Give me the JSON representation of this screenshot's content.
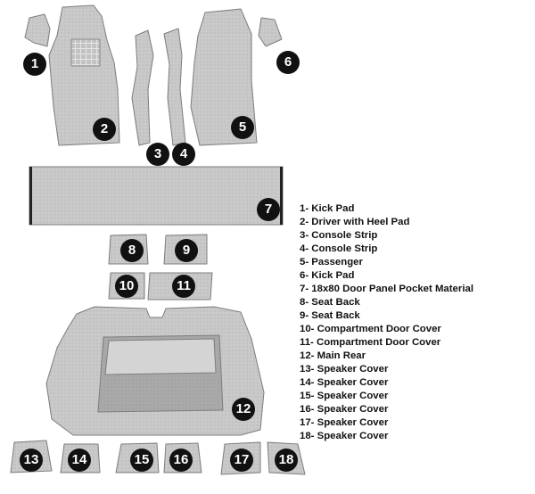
{
  "parts": [
    {
      "num": "1",
      "label": "1- Kick Pad"
    },
    {
      "num": "2",
      "label": "2- Driver with Heel Pad"
    },
    {
      "num": "3",
      "label": "3- Console Strip"
    },
    {
      "num": "4",
      "label": "4- Console Strip"
    },
    {
      "num": "5",
      "label": "5- Passenger"
    },
    {
      "num": "6",
      "label": "6- Kick Pad"
    },
    {
      "num": "7",
      "label": "7- 18x80 Door Panel Pocket Material"
    },
    {
      "num": "8",
      "label": "8- Seat Back"
    },
    {
      "num": "9",
      "label": "9- Seat Back"
    },
    {
      "num": "10",
      "label": "10- Compartment Door Cover"
    },
    {
      "num": "11",
      "label": "11- Compartment Door Cover"
    },
    {
      "num": "12",
      "label": "12- Main Rear"
    },
    {
      "num": "13",
      "label": "13- Speaker Cover"
    },
    {
      "num": "14",
      "label": "14- Speaker Cover"
    },
    {
      "num": "15",
      "label": "15- Speaker Cover"
    },
    {
      "num": "16",
      "label": "16- Speaker Cover"
    },
    {
      "num": "17",
      "label": "17- Speaker Cover"
    },
    {
      "num": "18",
      "label": "18- Speaker Cover"
    }
  ],
  "colors": {
    "carpet": "#c9c9c9",
    "carpet_dark": "#9a9a9a",
    "outline": "#7d7d7d",
    "badge": "#111111"
  }
}
